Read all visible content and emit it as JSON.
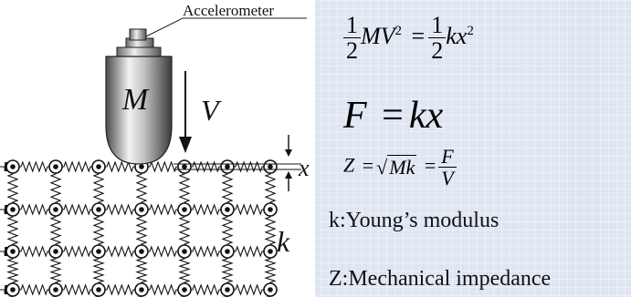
{
  "diagram": {
    "accelerometer_label": "Accelerometer",
    "mass_label": "M",
    "velocity_label": "V",
    "displacement_label": "x",
    "stiffness_label": "k"
  },
  "equations": {
    "energy": {
      "half": [
        "1",
        "2"
      ],
      "lhs": "MV",
      "lhs_exp": "2",
      "eq": "=",
      "rhs": "kx",
      "rhs_exp": "2"
    },
    "force": {
      "lhs": "F",
      "eq": "=",
      "rhs": "kx"
    },
    "impedance": {
      "lhs": "Z",
      "eq1": "=",
      "sqrt_sign": "√",
      "sqrt_arg": "Mk",
      "eq2": "=",
      "num": "F",
      "den": "V"
    }
  },
  "definitions": {
    "k": "k:Young’s modulus",
    "z": "Z:Mechanical impedance"
  }
}
